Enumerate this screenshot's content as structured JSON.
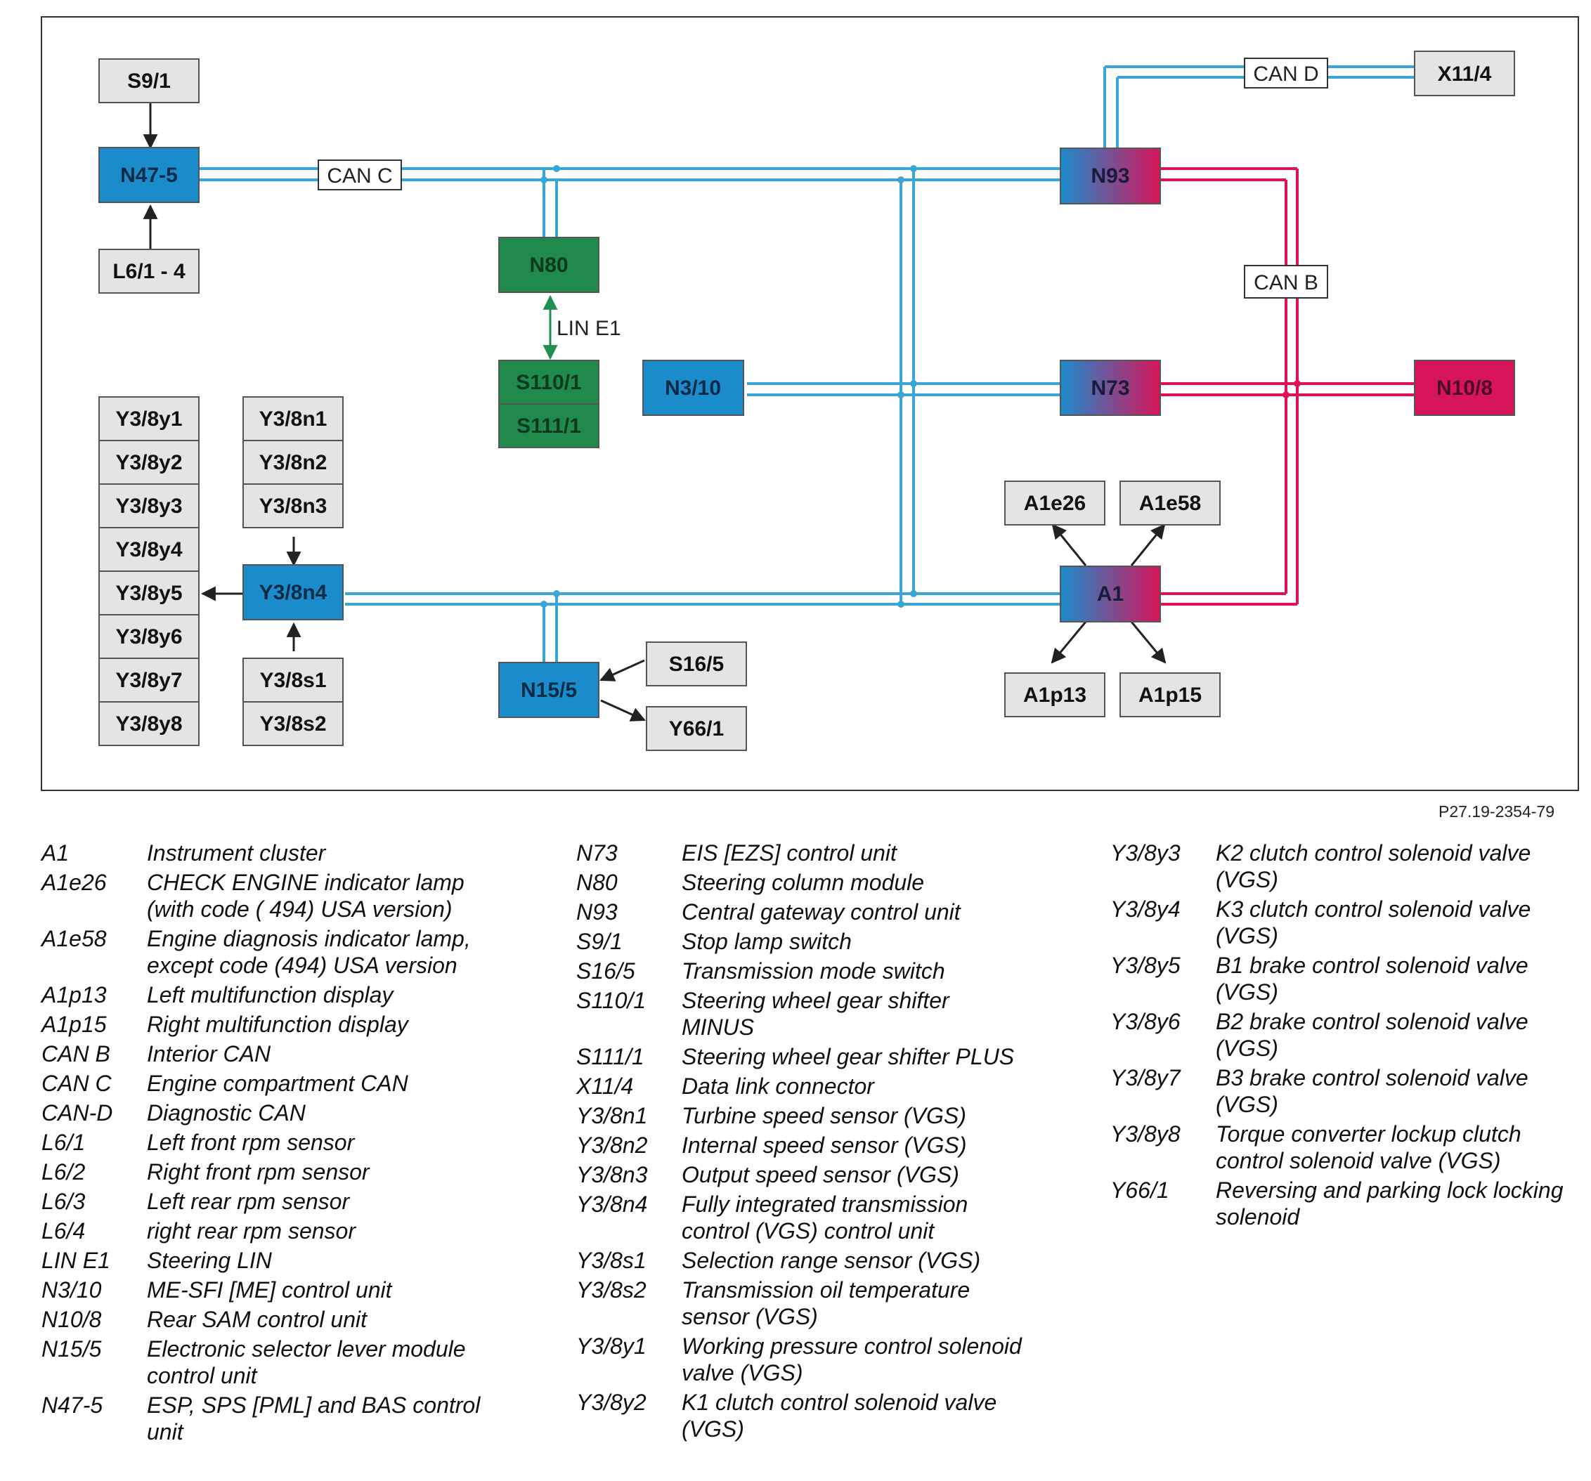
{
  "figure_id": "P27.19-2354-79",
  "components": {
    "S9_1": "S9/1",
    "N47_5": "N47-5",
    "L6_1_4": "L6/1 - 4",
    "N80": "N80",
    "S110_1": "S110/1",
    "S111_1": "S111/1",
    "N3_10": "N3/10",
    "N93": "N93",
    "X11_4": "X11/4",
    "N73": "N73",
    "N10_8": "N10/8",
    "A1e26": "A1e26",
    "A1e58": "A1e58",
    "A1": "A1",
    "A1p13": "A1p13",
    "A1p15": "A1p15",
    "Y3_8n4": "Y3/8n4",
    "N15_5": "N15/5",
    "S16_5": "S16/5",
    "Y66_1": "Y66/1",
    "valves": [
      "Y3/8y1",
      "Y3/8y2",
      "Y3/8y3",
      "Y3/8y4",
      "Y3/8y5",
      "Y3/8y6",
      "Y3/8y7",
      "Y3/8y8"
    ],
    "sensors_n": [
      "Y3/8n1",
      "Y3/8n2",
      "Y3/8n3"
    ],
    "sensors_s": [
      "Y3/8s1",
      "Y3/8s2"
    ]
  },
  "buses": {
    "can_c": "CAN C",
    "can_d": "CAN D",
    "can_b": "CAN B",
    "lin_e1": "LIN E1"
  },
  "colors": {
    "can_line": "#3aa6d8",
    "canb_line": "#e0105a",
    "lin_line": "#1e8f50",
    "blue_box": "#1a8ccc",
    "green_box": "#1f8a4c",
    "pink_box": "#d8145a",
    "gray_box": "#e4e4e4"
  },
  "legend": {
    "col1": [
      {
        "code": "A1",
        "desc": "Instrument cluster"
      },
      {
        "code": "A1e26",
        "desc": "CHECK ENGINE indicator lamp (with code ( 494) USA version)"
      },
      {
        "code": "A1e58",
        "desc": "Engine diagnosis indicator lamp, except code (494) USA version"
      },
      {
        "code": "A1p13",
        "desc": "Left multifunction display"
      },
      {
        "code": "A1p15",
        "desc": "Right multifunction display"
      },
      {
        "code": "CAN B",
        "desc": "Interior CAN"
      },
      {
        "code": "CAN C",
        "desc": "Engine compartment CAN"
      },
      {
        "code": "CAN-D",
        "desc": "Diagnostic CAN"
      },
      {
        "code": "L6/1",
        "desc": "Left front rpm sensor"
      },
      {
        "code": "L6/2",
        "desc": "Right front rpm sensor"
      },
      {
        "code": "L6/3",
        "desc": "Left rear rpm sensor"
      },
      {
        "code": "L6/4",
        "desc": "right rear rpm sensor"
      },
      {
        "code": "LIN E1",
        "desc": "Steering LIN"
      },
      {
        "code": "N3/10",
        "desc": "ME-SFI [ME] control unit"
      },
      {
        "code": "N10/8",
        "desc": "Rear SAM control unit"
      },
      {
        "code": "N15/5",
        "desc": "Electronic selector lever module control unit"
      },
      {
        "code": "N47-5",
        "desc": "ESP, SPS [PML] and BAS control unit"
      }
    ],
    "col2": [
      {
        "code": "N73",
        "desc": "EIS [EZS] control unit"
      },
      {
        "code": "N80",
        "desc": "Steering column module"
      },
      {
        "code": "N93",
        "desc": "Central gateway control unit"
      },
      {
        "code": "S9/1",
        "desc": "Stop lamp switch"
      },
      {
        "code": "S16/5",
        "desc": "Transmission mode switch"
      },
      {
        "code": "S110/1",
        "desc": "Steering wheel gear shifter MINUS"
      },
      {
        "code": "S111/1",
        "desc": "Steering wheel gear shifter PLUS"
      },
      {
        "code": "X11/4",
        "desc": "Data link connector"
      },
      {
        "code": "Y3/8n1",
        "desc": "Turbine speed sensor (VGS)"
      },
      {
        "code": "Y3/8n2",
        "desc": "Internal speed sensor (VGS)"
      },
      {
        "code": "Y3/8n3",
        "desc": "Output speed sensor (VGS)"
      },
      {
        "code": "Y3/8n4",
        "desc": "Fully integrated transmission control (VGS) control unit"
      },
      {
        "code": "Y3/8s1",
        "desc": "Selection range sensor (VGS)"
      },
      {
        "code": "Y3/8s2",
        "desc": "Transmission oil temperature sensor (VGS)"
      },
      {
        "code": "Y3/8y1",
        "desc": "Working pressure control solenoid valve (VGS)"
      },
      {
        "code": "Y3/8y2",
        "desc": "K1 clutch control solenoid valve (VGS)"
      }
    ],
    "col3": [
      {
        "code": "Y3/8y3",
        "desc": "K2 clutch control solenoid valve (VGS)"
      },
      {
        "code": "Y3/8y4",
        "desc": "K3 clutch control solenoid valve (VGS)"
      },
      {
        "code": "Y3/8y5",
        "desc": "B1 brake control solenoid valve (VGS)"
      },
      {
        "code": "Y3/8y6",
        "desc": "B2 brake control solenoid valve (VGS)"
      },
      {
        "code": "Y3/8y7",
        "desc": "B3 brake control solenoid valve (VGS)"
      },
      {
        "code": "Y3/8y8",
        "desc": "Torque converter lockup clutch control solenoid valve (VGS)"
      },
      {
        "code": "Y66/1",
        "desc": "Reversing and parking lock locking solenoid"
      }
    ]
  }
}
